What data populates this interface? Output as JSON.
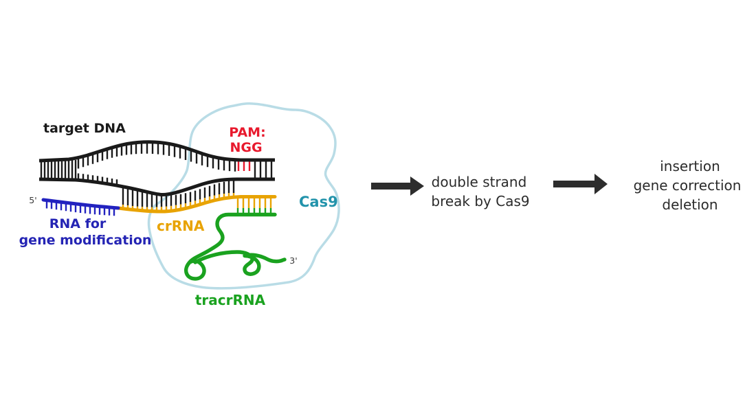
{
  "diagram": {
    "labels": {
      "target_dna": "target DNA",
      "pam_line1": "PAM:",
      "pam_line2": "NGG",
      "cas9": "Cas9",
      "crrna": "crRNA",
      "tracrrna": "tracrRNA",
      "rna_line1": "RNA for",
      "rna_line2": "gene modification",
      "five_prime": "5'",
      "three_prime": "3'"
    },
    "colors": {
      "dna": "#1a1a1a",
      "rna_guide": "#2222bf",
      "rna_guide_text": "#2424b4",
      "crrna": "#e8a303",
      "tracrrna": "#1aa21f",
      "cas9_outline": "#b9dce6",
      "cas9_text": "#2293ab",
      "pam": "#e8192d",
      "arrow": "#2d2d2d"
    }
  },
  "process": {
    "step1_line1": "double strand",
    "step1_line2": "break by Cas9",
    "step2_line1": "insertion",
    "step2_line2": "gene correction",
    "step2_line3": "deletion"
  }
}
